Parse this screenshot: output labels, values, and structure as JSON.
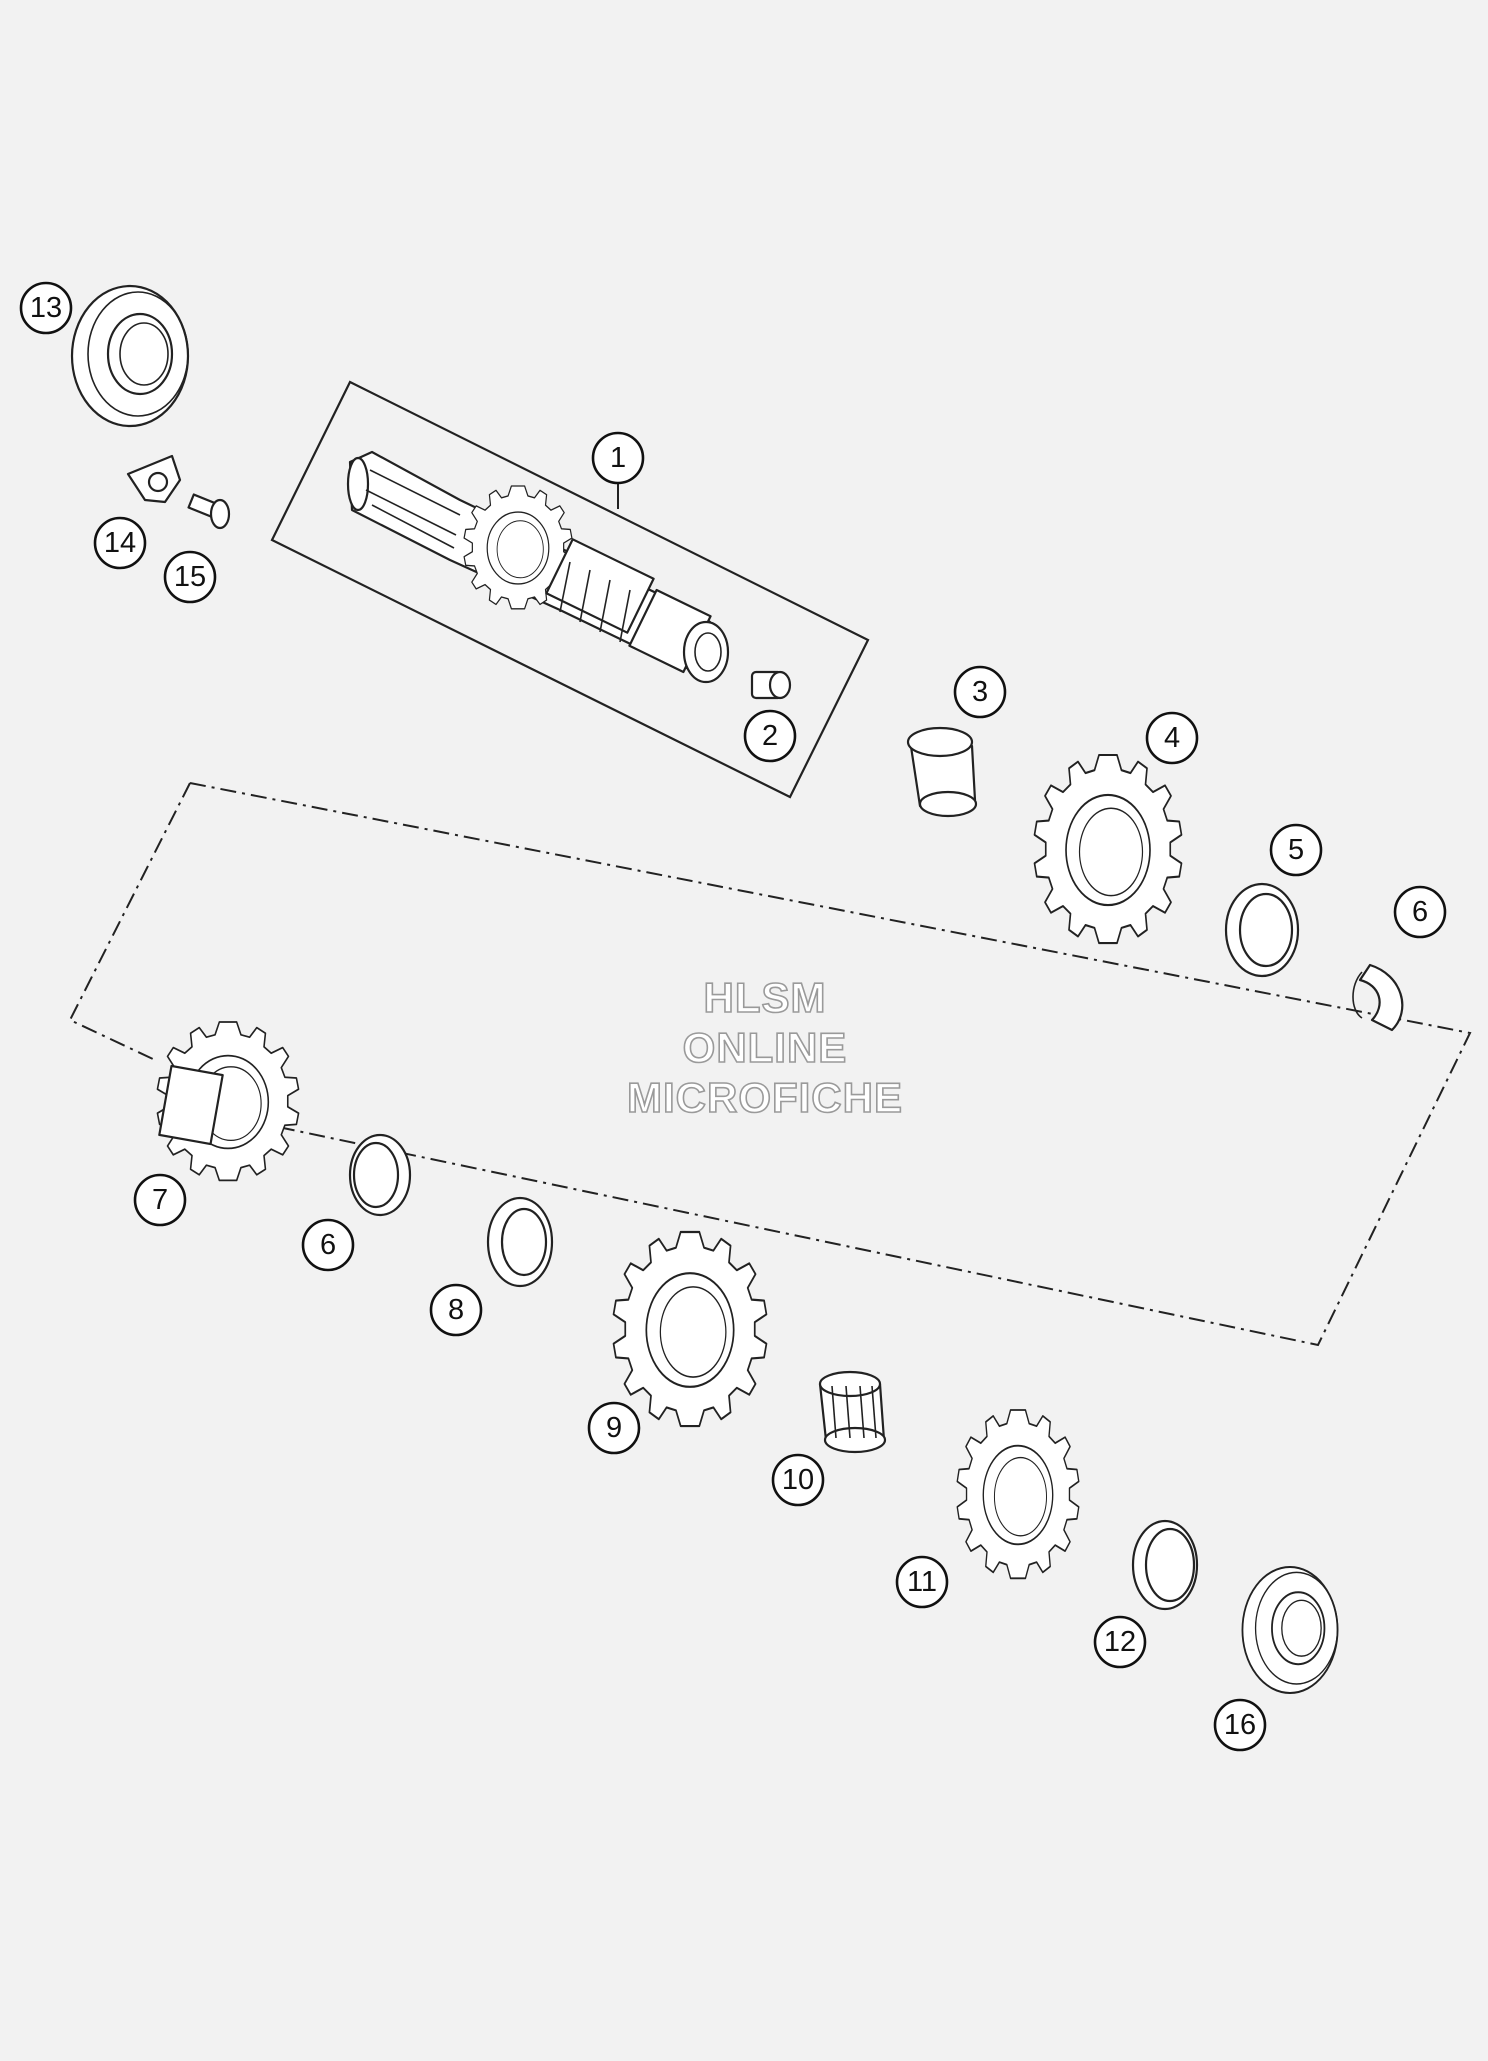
{
  "watermark": {
    "line1": "HLSM",
    "line2": "ONLINE",
    "line3": "MICROFICHE"
  },
  "callouts": [
    {
      "num": "13"
    },
    {
      "num": "14"
    },
    {
      "num": "15"
    },
    {
      "num": "1"
    },
    {
      "num": "2"
    },
    {
      "num": "3"
    },
    {
      "num": "4"
    },
    {
      "num": "5"
    },
    {
      "num": "6"
    },
    {
      "num": "7"
    },
    {
      "num": "6"
    },
    {
      "num": "8"
    },
    {
      "num": "9"
    },
    {
      "num": "10"
    },
    {
      "num": "11"
    },
    {
      "num": "12"
    },
    {
      "num": "16"
    }
  ]
}
